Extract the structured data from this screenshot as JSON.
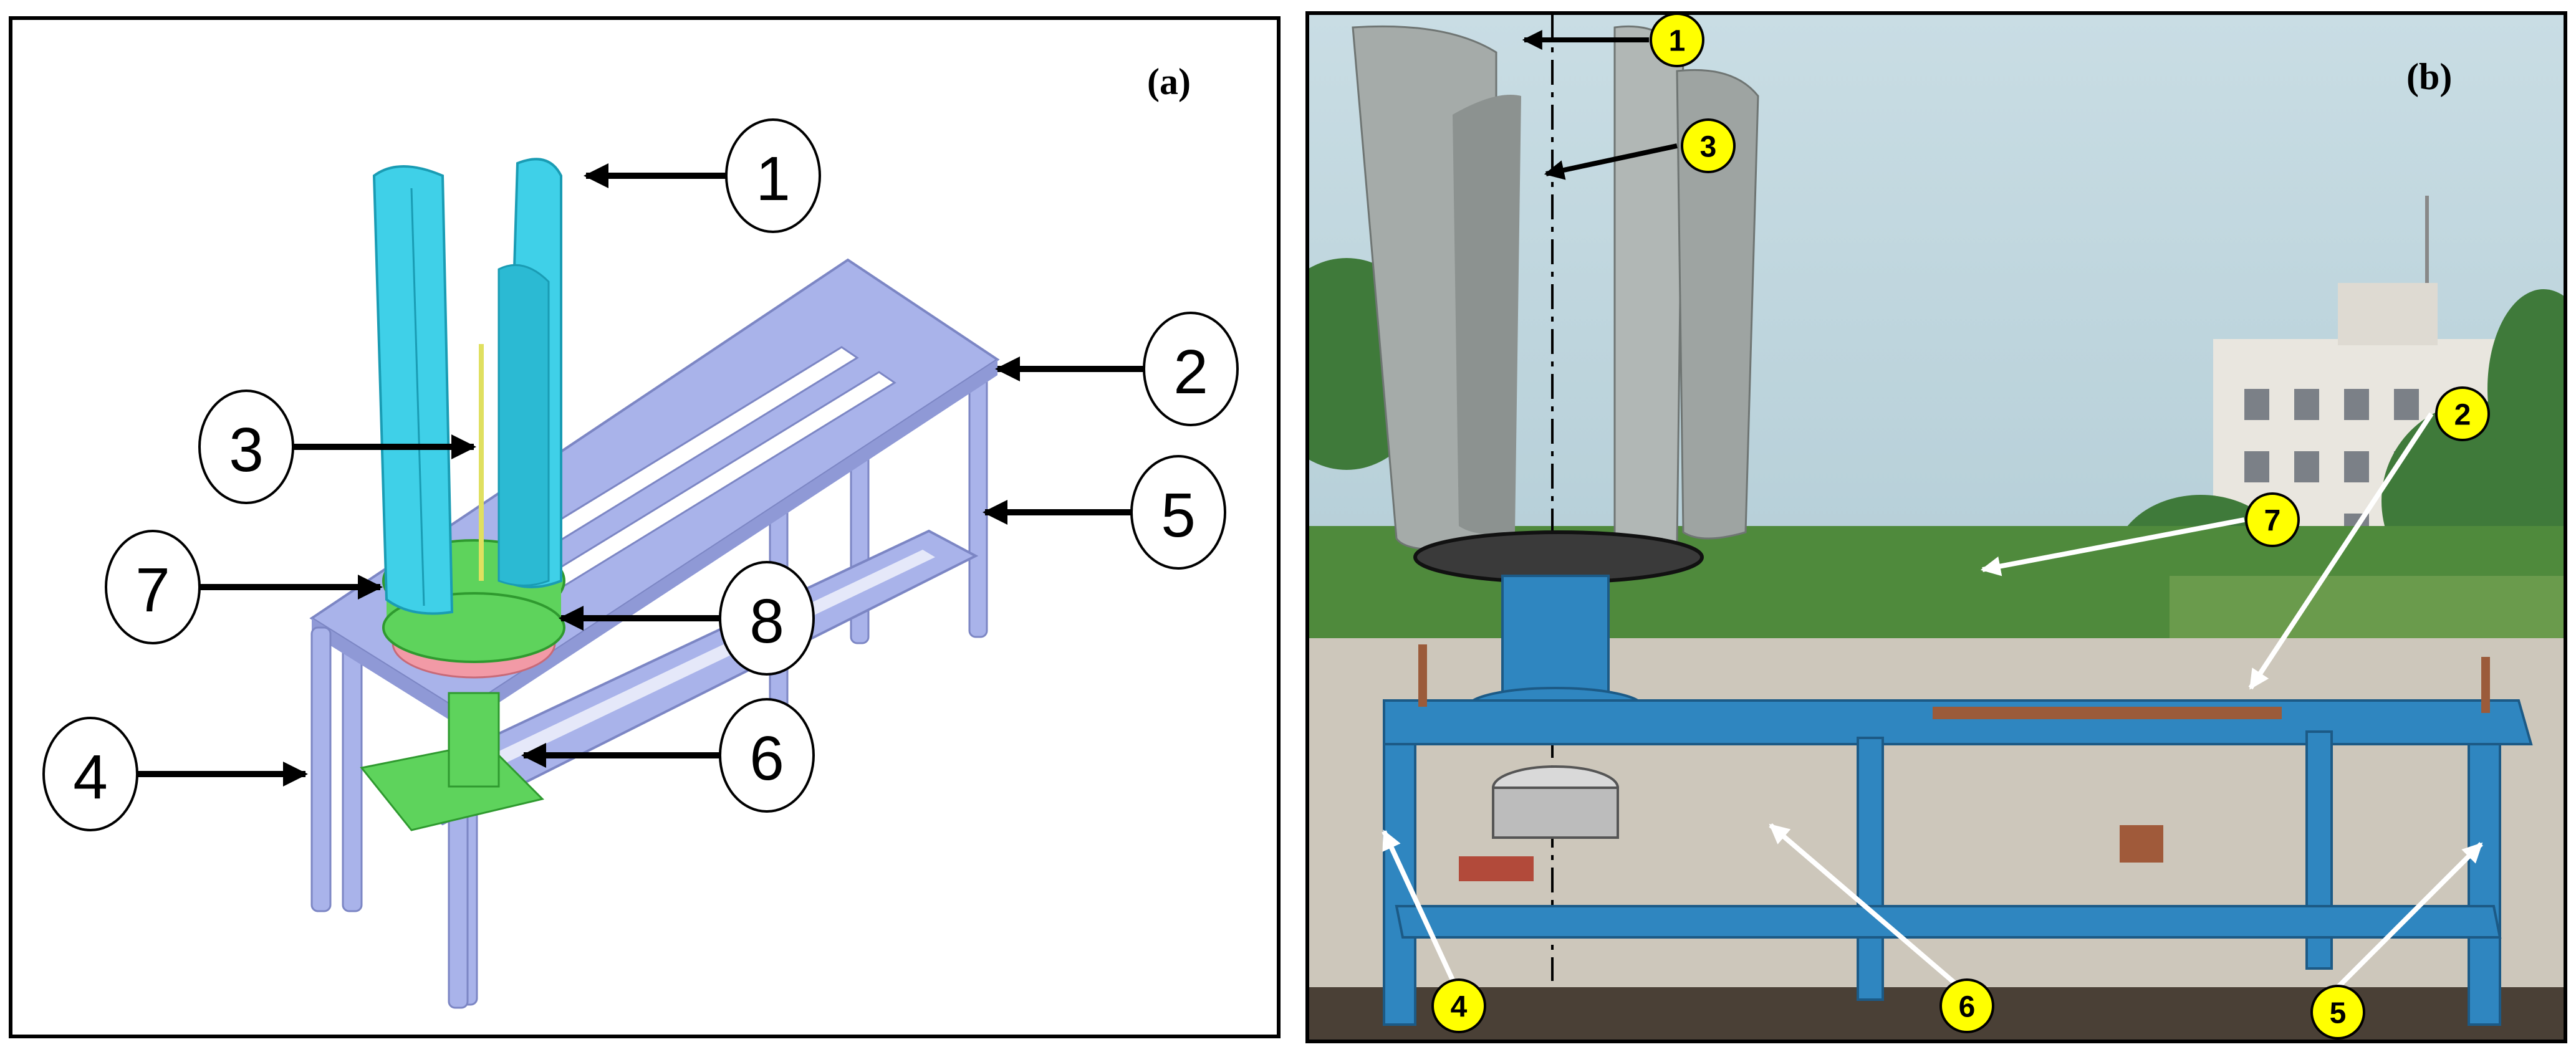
{
  "panel_a": {
    "tag": "(a)",
    "callouts": [
      {
        "label": "1"
      },
      {
        "label": "2"
      },
      {
        "label": "3"
      },
      {
        "label": "4"
      },
      {
        "label": "5"
      },
      {
        "label": "6"
      },
      {
        "label": "7"
      },
      {
        "label": "8"
      }
    ]
  },
  "panel_b": {
    "tag": "(b)",
    "callouts": [
      {
        "label": "1"
      },
      {
        "label": "2"
      },
      {
        "label": "3"
      },
      {
        "label": "4"
      },
      {
        "label": "5"
      },
      {
        "label": "6"
      },
      {
        "label": "7"
      }
    ]
  },
  "colors": {
    "blade_cad": "#3fd0e8",
    "frame_cad": "#a9b3ea",
    "green_parts": "#5ed35c",
    "pink_disc": "#f29aa6",
    "callout_yellow": "#ffff00",
    "frame_photo": "#2f86c0"
  }
}
